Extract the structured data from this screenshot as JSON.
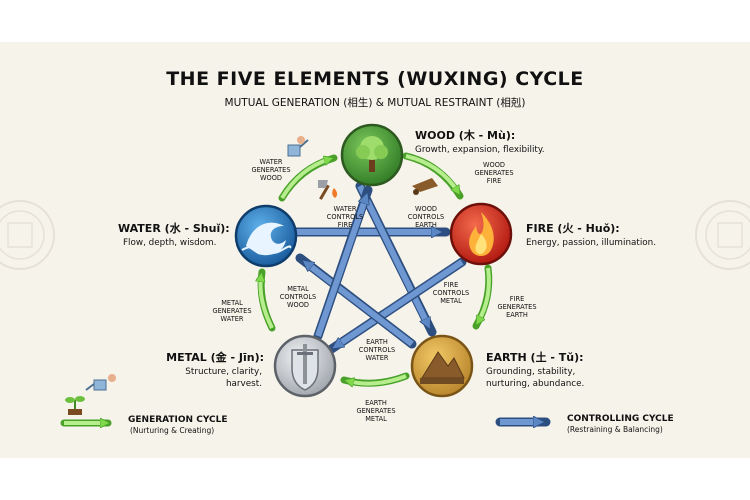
{
  "title": "THE FIVE ELEMENTS (WUXING) CYCLE",
  "subtitle": "MUTUAL GENERATION (相生) & MUTUAL RESTRAINT (相剋)",
  "elements": {
    "wood": {
      "name": "WOOD (木 - Mù):",
      "desc": [
        "Growth, expansion, flexibility."
      ]
    },
    "fire": {
      "name": "FIRE (火 - Huǒ):",
      "desc": [
        "Energy, passion, illumination."
      ]
    },
    "earth": {
      "name": "EARTH (土 - Tǔ):",
      "desc": [
        "Grounding, stability,",
        "nurturing, abundance."
      ]
    },
    "metal": {
      "name": "METAL (金 - Jīn):",
      "desc": [
        "Structure, clarity,",
        "harvest."
      ]
    },
    "water": {
      "name": "WATER (水 - Shuǐ):",
      "desc": [
        "Flow, depth, wisdom."
      ]
    }
  },
  "generation_labels": {
    "water_wood": [
      "WATER",
      "GENERATES",
      "WOOD"
    ],
    "wood_fire": [
      "WOOD",
      "GENERATES",
      "FIRE"
    ],
    "fire_earth": [
      "FIRE",
      "GENERATES",
      "EARTH"
    ],
    "earth_metal": [
      "EARTH",
      "GENERATES",
      "METAL"
    ],
    "metal_water": [
      "METAL",
      "GENERATES",
      "WATER"
    ]
  },
  "control_labels": {
    "water_fire": [
      "WATER",
      "CONTROLS",
      "FIRE"
    ],
    "wood_earth": [
      "WOOD",
      "CONTROLS",
      "EARTH"
    ],
    "fire_metal": [
      "FIRE",
      "CONTROLS",
      "METAL"
    ],
    "earth_water": [
      "EARTH",
      "CONTROLS",
      "WATER"
    ],
    "metal_wood": [
      "METAL",
      "CONTROLS",
      "WOOD"
    ]
  },
  "legend": {
    "generation": {
      "title": "GENERATION CYCLE",
      "sub": "(Nurturing & Creating)"
    },
    "controlling": {
      "title": "CONTROLLING CYCLE",
      "sub": "(Restraining & Balancing)"
    }
  },
  "colors": {
    "green_arrow": "#7fd94a",
    "blue_arrow": "#5b86c4",
    "wood": "#4f9a3a",
    "fire": "#e0322a",
    "earth": "#d9a53a",
    "metal": "#c9ccd1",
    "water": "#2c7fc4"
  },
  "icons": {
    "wood": "tree-icon",
    "fire": "flame-icon",
    "earth": "mountain-icon",
    "metal": "sword-icon",
    "water": "wave-icon"
  }
}
